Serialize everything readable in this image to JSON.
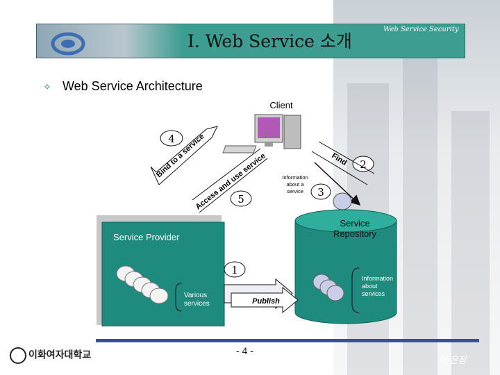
{
  "header": {
    "title": "I. Web Service 소개",
    "subtitle": "Web Service Security"
  },
  "section": {
    "bullet_icon": "diamond-bullet-icon",
    "heading": "Web Service Architecture"
  },
  "diagram": {
    "client_label": "Client",
    "provider_label": "Service Provider",
    "repository_label_line1": "Service",
    "repository_label_line2": "Repository",
    "various_services_line1": "Various",
    "various_services_line2": "services",
    "info_services_line1": "Information",
    "info_services_line2": "about",
    "info_services_line3": "services",
    "info_a_service_line1": "Information",
    "info_a_service_line2": "about a",
    "info_a_service_line3": "service",
    "publish_label": "Publish",
    "find_label": "Find",
    "bind_label": "Bind to a service",
    "access_label": "Access and use service",
    "step_1": "1",
    "step_2": "2",
    "step_3": "3",
    "step_4": "4",
    "step_5": "5"
  },
  "footer": {
    "logo_text": "이화여자대학교",
    "page_number": "- 4 -",
    "author": "이 은정"
  },
  "colors": {
    "teal": "#1f8a7e",
    "banner": "#3d9d90",
    "footer_bar": "#3b4f95"
  }
}
